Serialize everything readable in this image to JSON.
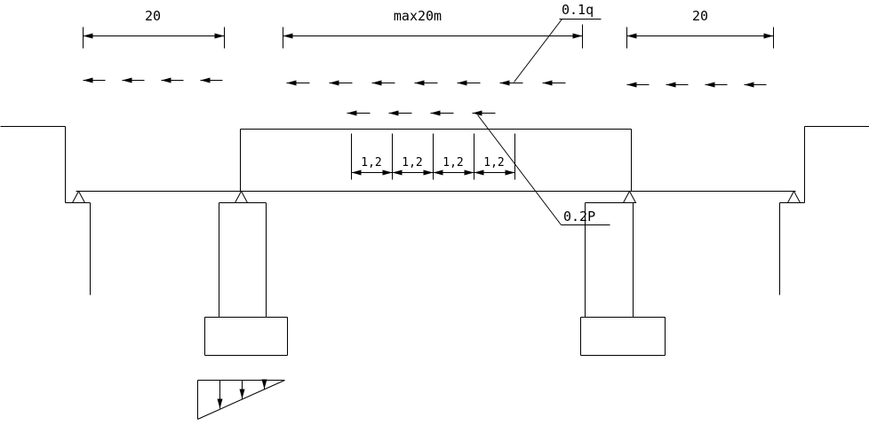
{
  "labels": {
    "dim_left": "20",
    "dim_mid": "max20m",
    "dim_right": "20",
    "load_q": "0.1q",
    "load_p": "0.2P",
    "spacing": [
      "1,2",
      "1,2",
      "1,2",
      "1,2"
    ]
  },
  "colors": {
    "line": "#000000",
    "background": "#ffffff"
  }
}
